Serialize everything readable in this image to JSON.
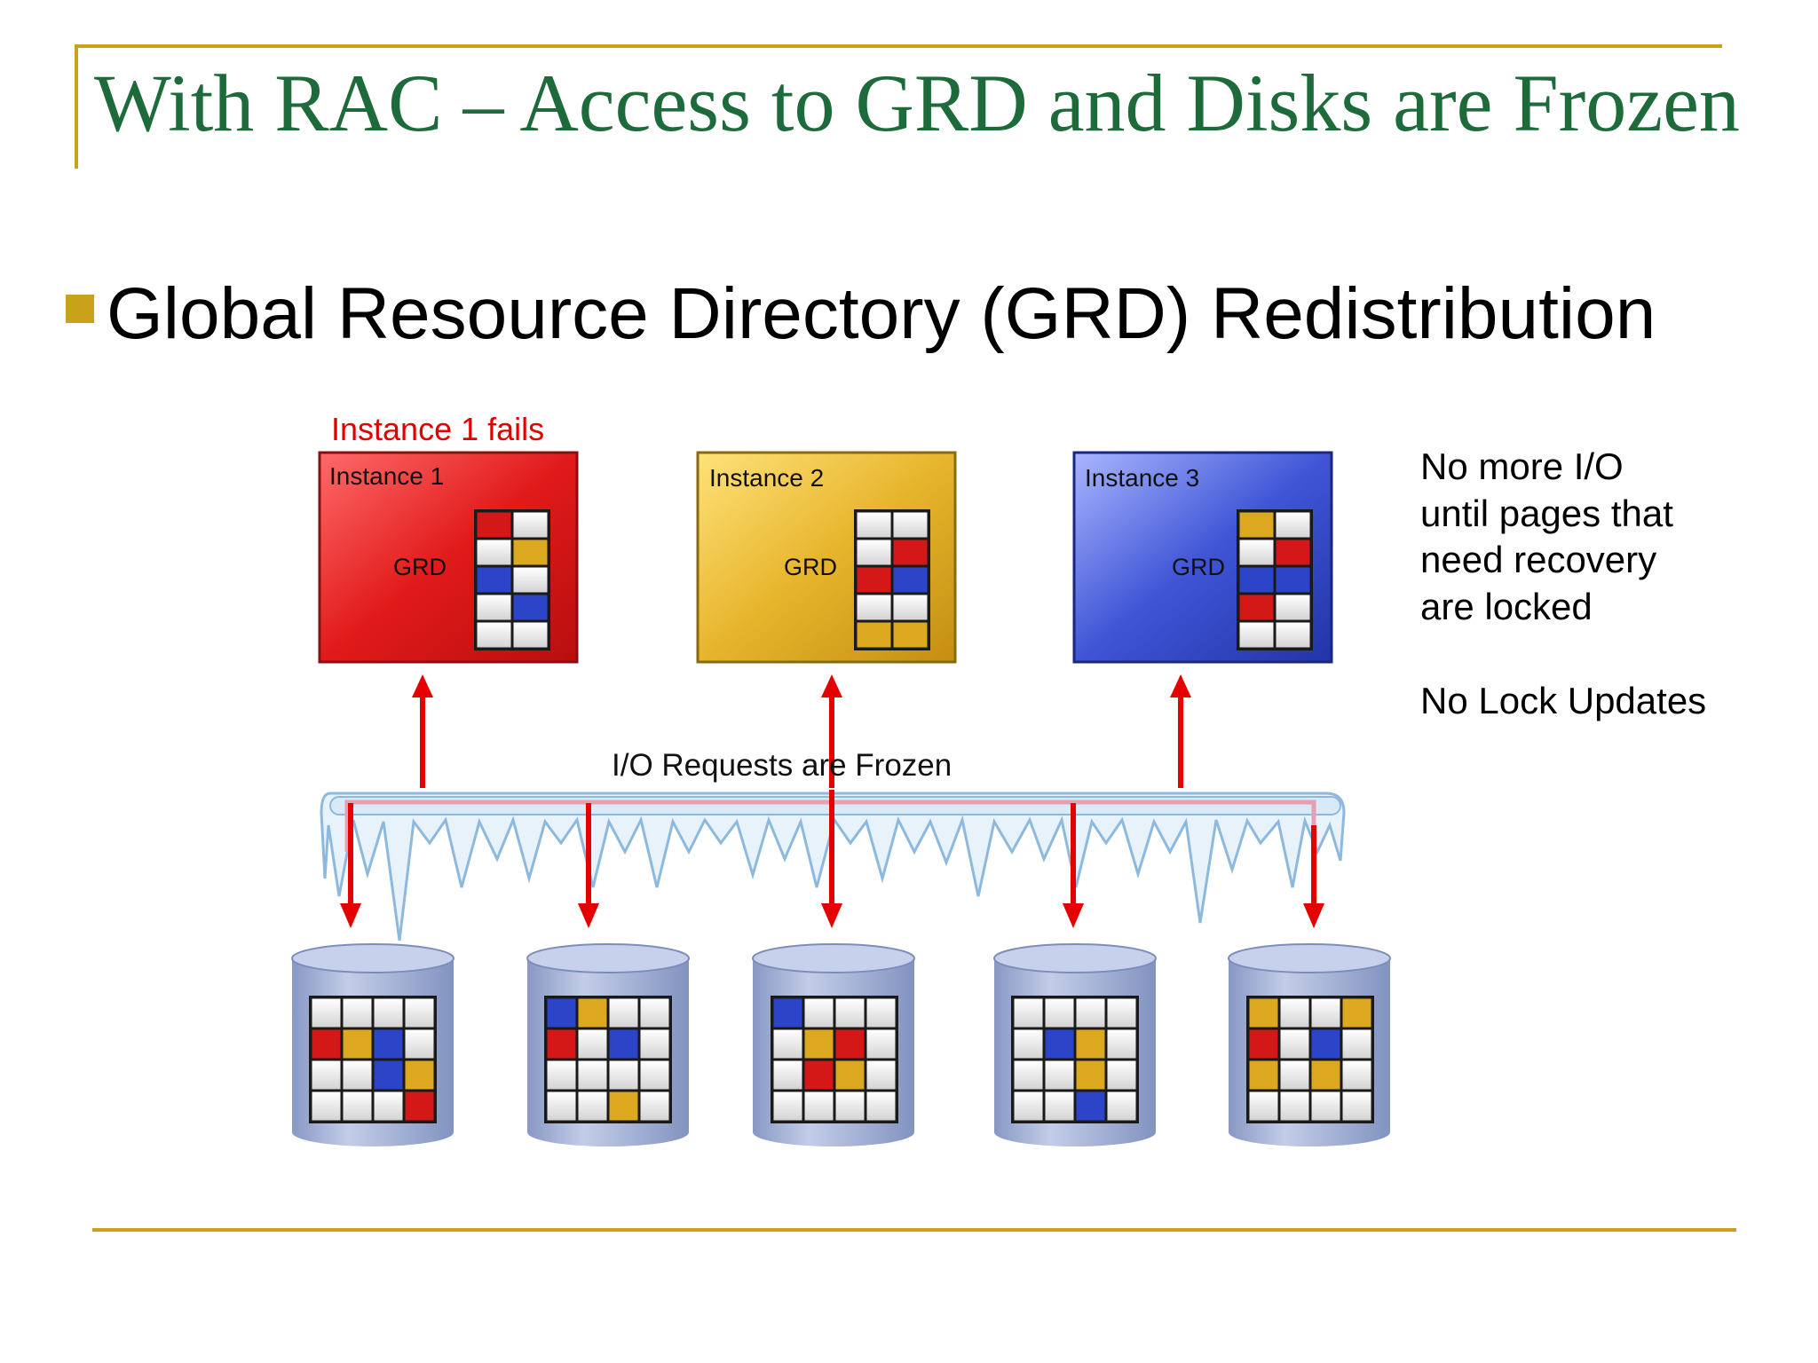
{
  "slide": {
    "title": "With RAC – Access to GRD and Disks are Frozen",
    "bullet": "Global Resource Directory (GRD) Redistribution"
  },
  "diagram": {
    "failure_label": "Instance 1 fails",
    "frozen_label": "I/O Requests  are Frozen",
    "instances": [
      {
        "label": "Instance  1",
        "grd_label": "GRD",
        "color": "#e01b1b",
        "grid": [
          [
            "r",
            "w"
          ],
          [
            "w",
            "y"
          ],
          [
            "b",
            "w"
          ],
          [
            "w",
            "b"
          ],
          [
            "w",
            "w"
          ]
        ]
      },
      {
        "label": "Instance  2",
        "grd_label": "GRD",
        "color": "#e4b32a",
        "grid": [
          [
            "w",
            "w"
          ],
          [
            "w",
            "r"
          ],
          [
            "r",
            "b"
          ],
          [
            "w",
            "w"
          ],
          [
            "y",
            "y"
          ]
        ]
      },
      {
        "label": "Instance  3",
        "grd_label": "GRD",
        "color": "#3a4fd0",
        "grid": [
          [
            "y",
            "w"
          ],
          [
            "w",
            "r"
          ],
          [
            "b",
            "b"
          ],
          [
            "r",
            "w"
          ],
          [
            "w",
            "w"
          ]
        ]
      }
    ],
    "disks": [
      {
        "grid": [
          [
            "w",
            "w",
            "w",
            "w"
          ],
          [
            "r",
            "y",
            "b",
            "w"
          ],
          [
            "w",
            "w",
            "b",
            "y"
          ],
          [
            "w",
            "w",
            "w",
            "r"
          ]
        ]
      },
      {
        "grid": [
          [
            "b",
            "y",
            "w",
            "w"
          ],
          [
            "r",
            "w",
            "b",
            "w"
          ],
          [
            "w",
            "w",
            "w",
            "w"
          ],
          [
            "w",
            "w",
            "y",
            "w"
          ]
        ]
      },
      {
        "grid": [
          [
            "b",
            "w",
            "w",
            "w"
          ],
          [
            "w",
            "y",
            "r",
            "w"
          ],
          [
            "w",
            "r",
            "y",
            "w"
          ],
          [
            "w",
            "w",
            "w",
            "w"
          ]
        ]
      },
      {
        "grid": [
          [
            "w",
            "w",
            "w",
            "w"
          ],
          [
            "w",
            "b",
            "y",
            "w"
          ],
          [
            "w",
            "w",
            "y",
            "w"
          ],
          [
            "w",
            "w",
            "b",
            "w"
          ]
        ]
      },
      {
        "grid": [
          [
            "y",
            "w",
            "w",
            "y"
          ],
          [
            "r",
            "w",
            "b",
            "w"
          ],
          [
            "y",
            "w",
            "y",
            "w"
          ],
          [
            "w",
            "w",
            "w",
            "w"
          ]
        ]
      }
    ],
    "notes": {
      "line1": "No more I/O",
      "line2": "until pages that",
      "line3": "need recovery",
      "line4": "are locked",
      "line5": "No Lock Updates"
    },
    "colors": {
      "r": "#d41818",
      "y": "#dba820",
      "b": "#2c44c8",
      "w": "#e6e6e6",
      "arrow": "#e50000",
      "failure_text": "#e00000",
      "ice": "#9ec6e6",
      "pipe": "#e6a0b4",
      "disk": "#a4b2d4"
    }
  }
}
